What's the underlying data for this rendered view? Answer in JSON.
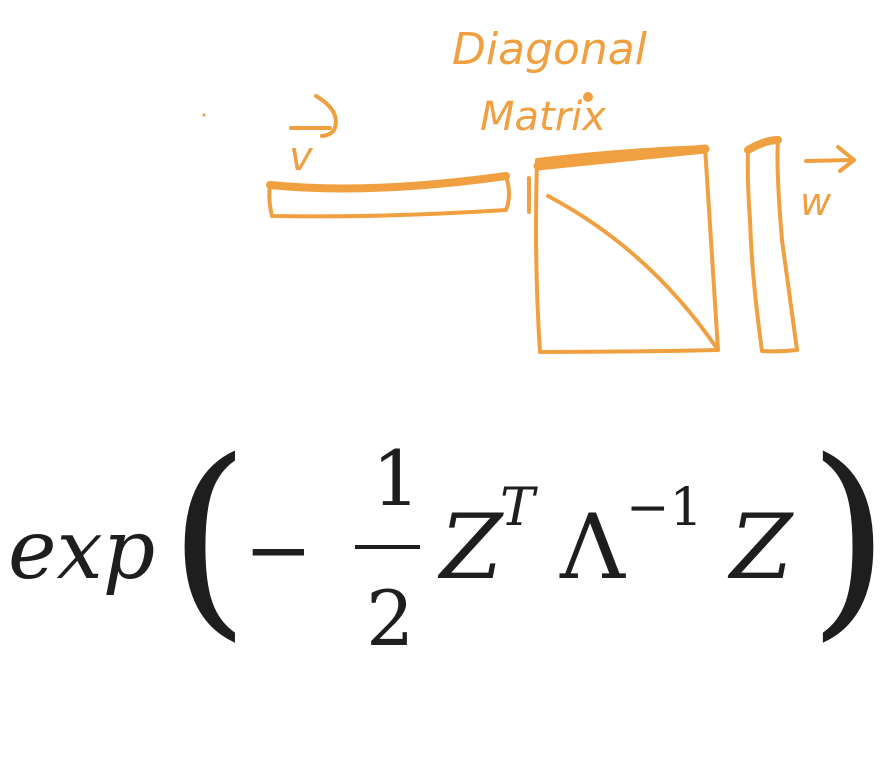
{
  "sketch": {
    "label_diagonal": "Diagonal",
    "label_matrix": "Matrix",
    "vector_v": "v",
    "vector_w": "w",
    "stroke_color": "#F0A040"
  },
  "formula": {
    "func": "exp",
    "open_paren": "(",
    "minus": "−",
    "numerator": "1",
    "denominator": "2",
    "z1": "Z",
    "sup_t": "T",
    "lambda": "Λ",
    "sup_inv": "−1",
    "z2": "Z",
    "close_paren": ")",
    "text_color": "#1e1e1e"
  }
}
